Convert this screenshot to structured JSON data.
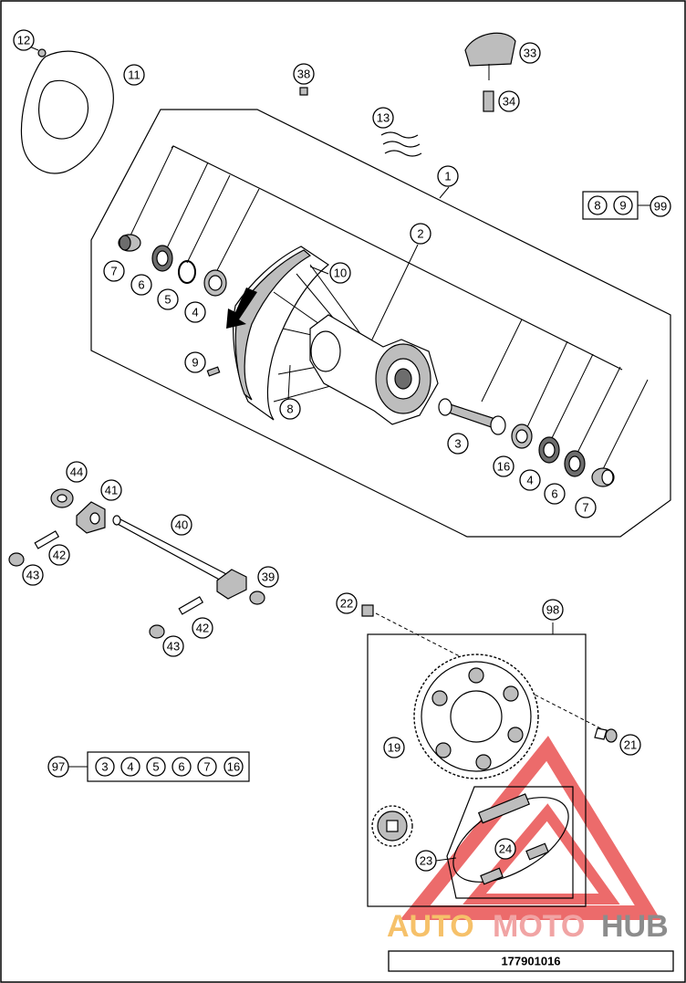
{
  "drawing_number": "177901016",
  "watermark": {
    "text_a": "AUTO",
    "text_b": "MOTO",
    "text_c": "HUB",
    "color_a": "#f6c16a",
    "color_b": "#f1a4a4",
    "color_c": "#8c8c8c",
    "logo_color": "#e63a3a"
  },
  "callouts": {
    "c1": "1",
    "c2": "2",
    "c3": "3",
    "c4a": "4",
    "c4b": "4",
    "c5": "5",
    "c6a": "6",
    "c6b": "6",
    "c7a": "7",
    "c7b": "7",
    "c8": "8",
    "c9": "9",
    "c10": "10",
    "c11": "11",
    "c12": "12",
    "c13": "13",
    "c16": "16",
    "c19": "19",
    "c21": "21",
    "c22": "22",
    "c23": "23",
    "c24": "24",
    "c33": "33",
    "c34": "34",
    "c38": "38",
    "c39": "39",
    "c40": "40",
    "c41": "41",
    "c42a": "42",
    "c42b": "42",
    "c43a": "43",
    "c43b": "43",
    "c44": "44",
    "c97": "97",
    "c98": "98",
    "c99": "99"
  },
  "kit_99": {
    "items": [
      "8",
      "9"
    ]
  },
  "kit_97": {
    "items": [
      "3",
      "4",
      "5",
      "6",
      "7",
      "16"
    ]
  }
}
